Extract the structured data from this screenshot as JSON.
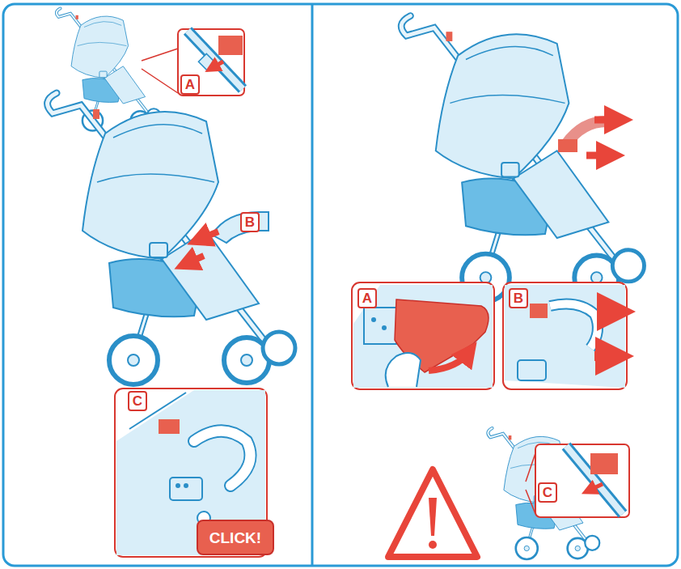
{
  "diagram": {
    "nodes": [
      {
        "text": [
          "A"
        ]
      },
      {
        "text": [
          "B"
        ]
      },
      {
        "text": [
          "C"
        ]
      },
      {
        "text": [
          "CLICK!"
        ]
      },
      {
        "text": [
          "A"
        ]
      },
      {
        "text": [
          "B"
        ]
      },
      {
        "text": [
          "C"
        ]
      }
    ]
  }
}
